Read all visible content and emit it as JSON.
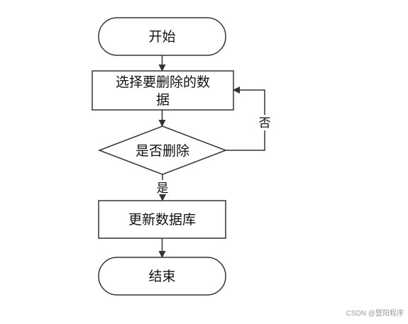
{
  "flowchart": {
    "start_label": "开始",
    "select_label_line1": "选择要删除的数",
    "select_label_line2": "据",
    "decision_label": "是否删除",
    "no_label": "否",
    "yes_label": "是",
    "update_label": "更新数据库",
    "end_label": "结束"
  },
  "watermark": "CSDN @暨阳程序",
  "colors": {
    "stroke": "#333333",
    "text": "#111111",
    "background": "#ffffff"
  }
}
